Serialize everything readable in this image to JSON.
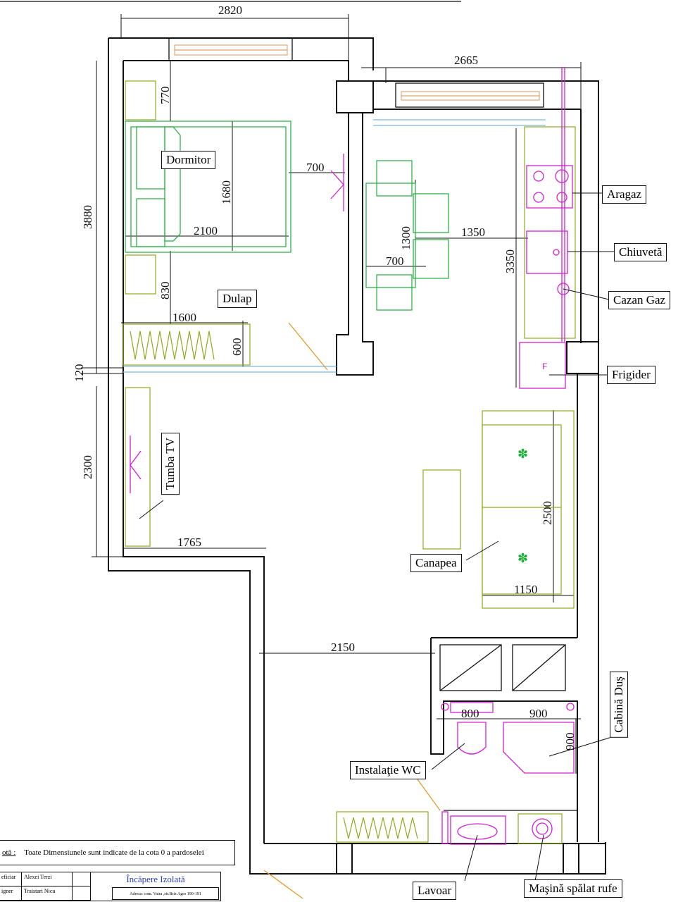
{
  "dimensions": {
    "top_width": "2820",
    "kitchen_width": "2665",
    "bedroom_depth": "3880",
    "window_offset": "770",
    "bed_length": "1680",
    "bed_clearance": "700",
    "bed_width": "2100",
    "bed_bottom": "830",
    "wardrobe_length": "1600",
    "wardrobe_depth": "600",
    "wall_thickness": "120",
    "table_length": "1300",
    "table_clearance": "1350",
    "table_width": "700",
    "kitchen_depth": "3350",
    "living_depth": "2300",
    "living_width": "1765",
    "sofa_length": "2500",
    "sofa_width": "1150",
    "hall_width": "2150",
    "wc_width": "800",
    "shower_width": "900",
    "shower_depth": "900"
  },
  "labels": {
    "dormitor": "Dormitor",
    "dulap": "Dulap",
    "tumba_tv": "Tumba TV",
    "canapea": "Canapea",
    "aragaz": "Aragaz",
    "chiuveta": "Chiuvetă",
    "cazan_gaz": "Cazan Gaz",
    "frigider": "Frigider",
    "cabina_dus": "Cabină Duş",
    "instalatie_wc": "Instalaţie WC",
    "lavoar": "Lavoar",
    "masina_spalat": "Maşină spălat  rufe"
  },
  "note": {
    "label": "otă :",
    "text": "Toate Dimensiunele sunt  indicate de la cota 0 a pardoselei"
  },
  "title_block": {
    "row1_role": "eficiar",
    "row1_name": "Alexei Terzi",
    "row2_role": "igner",
    "row2_name": "Traistari Nicu",
    "project_title": "Încăpere Izolată",
    "address": "Adresa: com. Vatra ,str.Briz Agro 190-191"
  }
}
